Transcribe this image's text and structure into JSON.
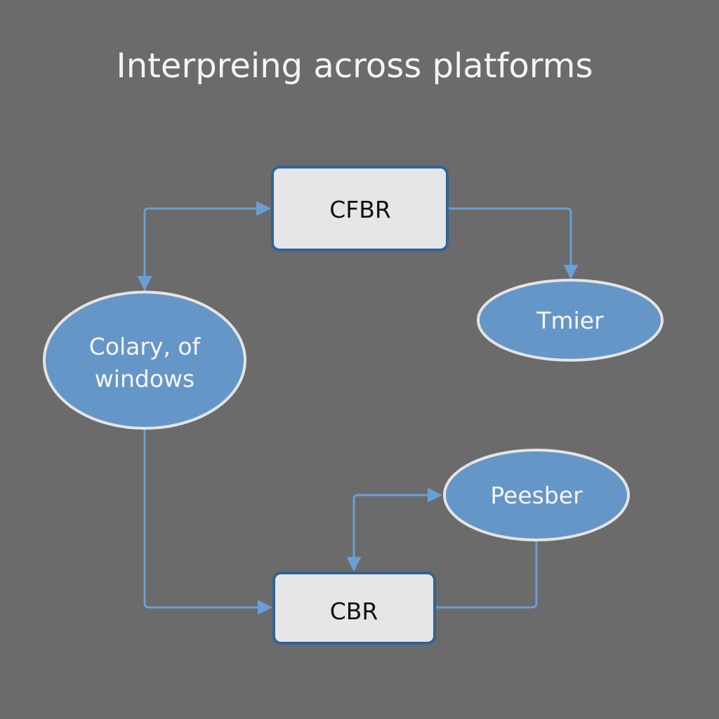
{
  "title": "Interpreing across platforms",
  "colors": {
    "background": "#6b6b6b",
    "box_fill": "#e6e6e6",
    "box_border": "#2f6498",
    "ellipse_fill": "#6596c8",
    "ellipse_border": "#e4e4e4",
    "connector": "#6a9fd6",
    "title_text": "#f4f4f4"
  },
  "nodes": {
    "cfbr": {
      "label": "CFBR",
      "shape": "rounded-rectangle"
    },
    "tmier": {
      "label": "Tmier",
      "shape": "ellipse"
    },
    "colary": {
      "label_line1": "Colary, of",
      "label_line2": "windows",
      "shape": "ellipse"
    },
    "peesber": {
      "label": "Peesber",
      "shape": "ellipse"
    },
    "cbr": {
      "label": "CBR",
      "shape": "rounded-rectangle"
    }
  },
  "edges": [
    {
      "from": "colary",
      "to": "cfbr",
      "note": "bidirectional path: up from Colary to CFBR, arrow into CFBR and down into Colary"
    },
    {
      "from": "cfbr",
      "to": "tmier"
    },
    {
      "from": "colary",
      "to": "cbr"
    },
    {
      "from": "cbr",
      "to": "peesber",
      "note": "bidirectional path between CBR and Peesber"
    },
    {
      "from": "peesber",
      "to": "cbr"
    }
  ]
}
